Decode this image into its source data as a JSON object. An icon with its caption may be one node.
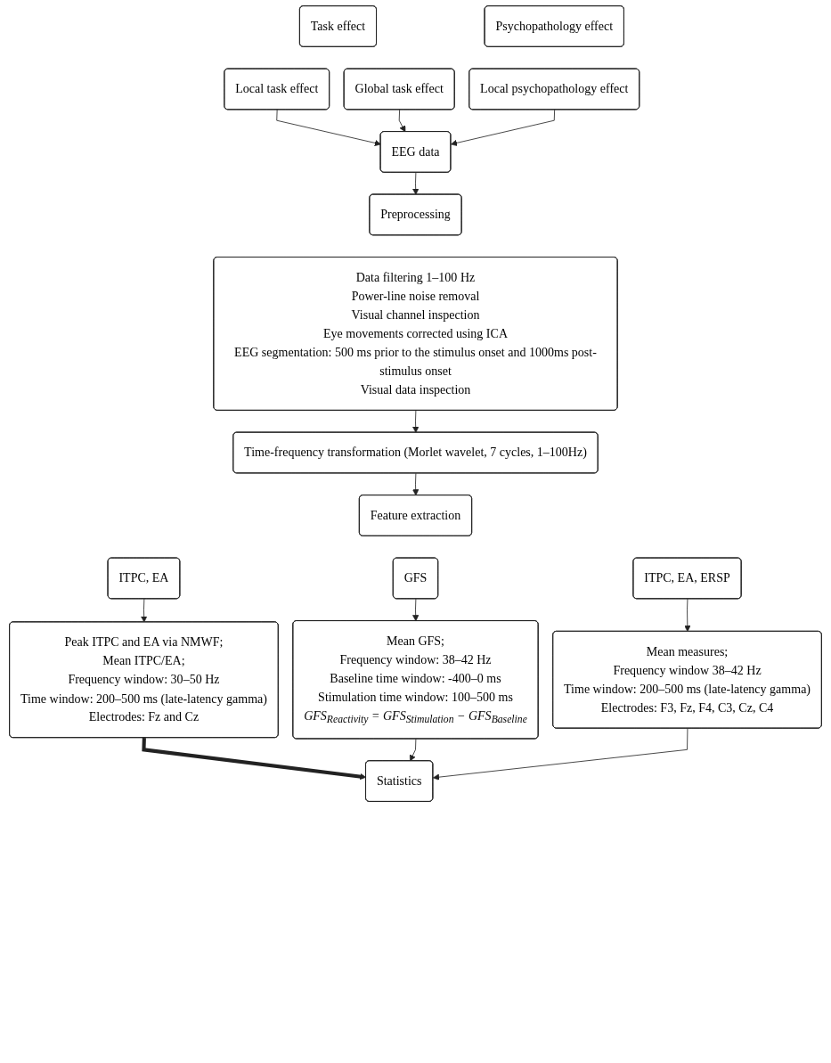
{
  "diagram": {
    "nodes": [
      {
        "text": [
          "Task effect"
        ]
      },
      {
        "text": [
          "Psychopathology effect"
        ]
      },
      {
        "text": [
          "Local task effect"
        ]
      },
      {
        "text": [
          "Global task effect"
        ]
      },
      {
        "text": [
          "Local psychopathology effect"
        ]
      },
      {
        "text": [
          "EEG data"
        ]
      },
      {
        "text": [
          "Preprocessing"
        ]
      },
      {
        "text": [
          "Data filtering 1–100 Hz",
          "Power-line noise removal",
          "Visual channel inspection",
          "Eye movements corrected using ICA",
          "EEG segmentation: 500 ms prior to the stimulus onset and 1000ms post-stimulus onset",
          "Visual data inspection"
        ]
      },
      {
        "text": [
          "Time-frequency transformation (Morlet wavelet, 7 cycles, 1–100Hz)"
        ]
      },
      {
        "text": [
          "Feature extraction"
        ]
      },
      {
        "text": [
          "ITPC, EA"
        ]
      },
      {
        "text": [
          "GFS"
        ]
      },
      {
        "text": [
          "ITPC, EA, ERSP"
        ]
      },
      {
        "text": [
          "Peak ITPC and EA via NMWF;",
          "Mean ITPC/EA;",
          "Frequency window: 30–50 Hz",
          "Time window: 200–500 ms (late-latency gamma)",
          "Electrodes: Fz and Cz"
        ]
      },
      {
        "text": [
          "Mean GFS;",
          "Frequency window: 38–42 Hz",
          "Baseline time window: -400–0 ms",
          "Stimulation time window: 100–500 ms",
          "GFS$_{Reactivity}$ = GFS$_{Stimulation}$ − GFS$_{Baseline}$"
        ]
      },
      {
        "text": [
          "Mean measures;",
          "Frequency window 38–42 Hz",
          "Time window: 200–500 ms (late-latency gamma)",
          "Electrodes: F3, Fz, F4, C3, Cz, C4"
        ]
      },
      {
        "text": [
          "Statistics"
        ]
      }
    ],
    "edges": [
      {
        "from": 2,
        "to": 5,
        "arrow": "to"
      },
      {
        "from": 3,
        "to": 5,
        "arrow": "to"
      },
      {
        "from": 4,
        "to": 5,
        "arrow": "to"
      },
      {
        "from": 5,
        "to": 6,
        "arrow": "to"
      },
      {
        "from": 7,
        "to": 8,
        "arrow": "to"
      },
      {
        "from": 8,
        "to": 9,
        "arrow": "to"
      },
      {
        "from": 10,
        "to": 13,
        "arrow": "to"
      },
      {
        "from": 11,
        "to": 14,
        "arrow": "to"
      },
      {
        "from": 12,
        "to": 15,
        "arrow": "to"
      },
      {
        "from": 13,
        "to": 16,
        "arrow": "to",
        "style": "thick"
      },
      {
        "from": 14,
        "to": 16,
        "arrow": "to"
      },
      {
        "from": 15,
        "to": 16,
        "arrow": "to"
      }
    ]
  }
}
